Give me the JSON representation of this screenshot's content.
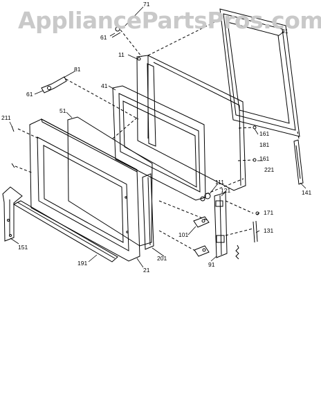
{
  "watermark": "AppliancePartsPros.com",
  "callouts": {
    "c71": "71",
    "c61a": "61",
    "c31": "31",
    "c11": "11",
    "c81": "81",
    "c41": "41",
    "c61b": "61",
    "c211": "211",
    "c51": "51",
    "c161a": "161",
    "c181": "181",
    "c161b": "161",
    "c221": "221",
    "c111": "111",
    "c121": "121",
    "c141": "141",
    "c171": "171",
    "c131": "131",
    "c101": "101",
    "c151": "151",
    "c91": "91",
    "c201": "201",
    "c191": "191",
    "c21": "21"
  },
  "colors": {
    "line": "#000000",
    "watermark": "#c9c9c9"
  }
}
